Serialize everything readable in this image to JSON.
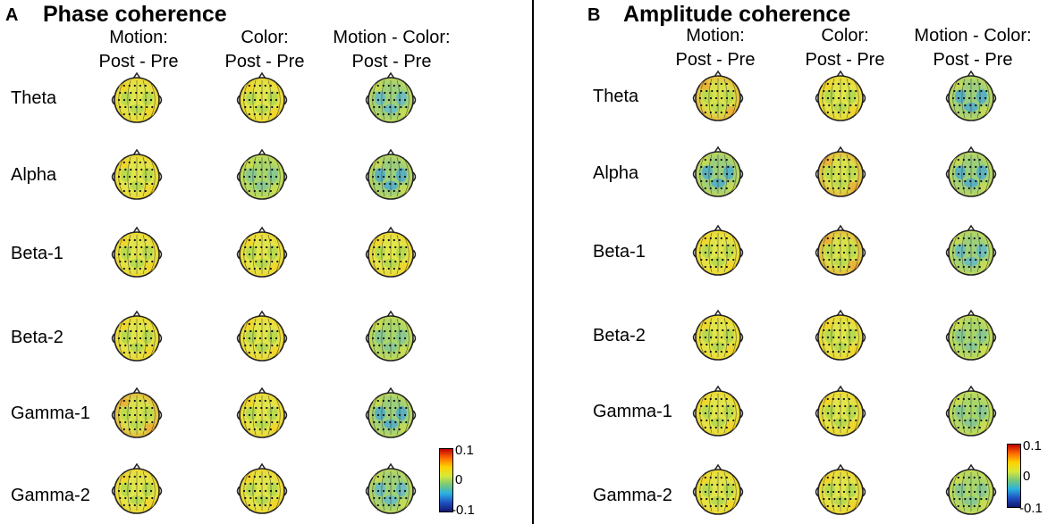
{
  "panels": [
    {
      "letter": "A",
      "title": "Phase coherence",
      "columns": [
        {
          "line1": "Motion:",
          "line2": "Post - Pre"
        },
        {
          "line1": "Color:",
          "line2": "Post - Pre"
        },
        {
          "line1": "Motion - Color:",
          "line2": "Post - Pre"
        }
      ],
      "rows": [
        "Theta",
        "Alpha",
        "Beta-1",
        "Beta-2",
        "Gamma-1",
        "Gamma-2"
      ],
      "colorbar": {
        "max": "0.1",
        "mid": "0",
        "min": "-0.1"
      }
    },
    {
      "letter": "B",
      "title": "Amplitude coherence",
      "columns": [
        {
          "line1": "Motion:",
          "line2": "Post - Pre"
        },
        {
          "line1": "Color:",
          "line2": "Post - Pre"
        },
        {
          "line1": "Motion - Color:",
          "line2": "Post - Pre"
        }
      ],
      "rows": [
        "Theta",
        "Alpha",
        "Beta-1",
        "Beta-2",
        "Gamma-1",
        "Gamma-2"
      ],
      "colorbar": {
        "max": "0.1",
        "mid": "0",
        "min": "-0.1"
      }
    }
  ],
  "map_colors": {
    "A": [
      [
        "yellow",
        "yellow",
        "green-blue"
      ],
      [
        "yellow",
        "green",
        "blue"
      ],
      [
        "yellow",
        "yellow",
        "yellow"
      ],
      [
        "yellow",
        "yellow",
        "green"
      ],
      [
        "orange",
        "yellow",
        "blue"
      ],
      [
        "yellow",
        "yellow",
        "green-blue"
      ]
    ],
    "B": [
      [
        "orange",
        "yellow",
        "blue"
      ],
      [
        "blue",
        "orange",
        "blue"
      ],
      [
        "yellow",
        "orange",
        "green-blue"
      ],
      [
        "yellow",
        "yellow",
        "green"
      ],
      [
        "yellow",
        "yellow",
        "green"
      ],
      [
        "yellow",
        "yellow",
        "green"
      ]
    ]
  }
}
